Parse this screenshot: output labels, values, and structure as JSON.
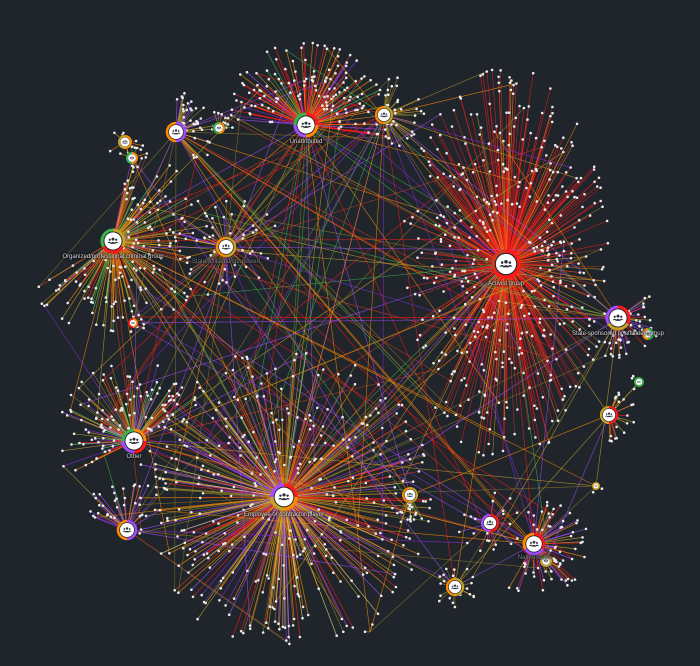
{
  "colors": {
    "background": "#1f252b",
    "node_fill": "#e9ecef",
    "label_text": "#d6dade",
    "label_text_dim": "#7c8791",
    "hub_icon_fill": "#2b3138",
    "edge_palette": [
      "#ff1a1a",
      "#d33a1f",
      "#ff8a00",
      "#c9a227",
      "#8a7a2a",
      "#a64bff",
      "#8b2be2",
      "#3cb44b",
      "#5fd35f",
      "#e8e07a"
    ]
  },
  "hub_icon": "group-icon",
  "hubs": [
    {
      "id": "unattributed",
      "label": "Unattributed",
      "ring": [
        "#ff1a1a",
        "#ff8a00",
        "#a64bff",
        "#3cb44b"
      ],
      "dim": false
    },
    {
      "id": "activist",
      "label": "Activist group",
      "ring": [
        "#ff1a1a",
        "#ff1a1a",
        "#d33a1f"
      ],
      "dim": false
    },
    {
      "id": "organized-crime",
      "label": "Organized/professional criminal group",
      "ring": [
        "#c9a227",
        "#ff1a1a",
        "#3cb44b"
      ],
      "dim": false
    },
    {
      "id": "state-affiliated",
      "label": "State-affiliated/sponsored",
      "ring": [
        "#c9a227",
        "#ff8a00"
      ],
      "dim": true
    },
    {
      "id": "state-sponsored",
      "label": "State-sponsored or affiliated group",
      "ring": [
        "#ff1a1a",
        "#c9a227",
        "#a64bff"
      ],
      "dim": false
    },
    {
      "id": "other",
      "label": "Other",
      "ring": [
        "#ff8a00",
        "#ff1a1a",
        "#a64bff",
        "#3cb44b"
      ],
      "dim": false
    },
    {
      "id": "employee",
      "label": "Employee or contractor/player",
      "ring": [
        "#ff1a1a",
        "#ff8a00",
        "#c9a227",
        "#a64bff"
      ],
      "dim": false
    },
    {
      "id": "insider",
      "label": "",
      "ring": [
        "#a64bff",
        "#ff8a00"
      ],
      "dim": true
    },
    {
      "id": "nation-state",
      "label": "Nation-state",
      "ring": [
        "#ff1a1a",
        "#a64bff",
        "#ff8a00"
      ],
      "dim": true
    },
    {
      "id": "small-right-1",
      "label": "",
      "ring": [
        "#ff1a1a",
        "#a64bff"
      ],
      "dim": true
    },
    {
      "id": "small-bottom",
      "label": "",
      "ring": [
        "#c9a227",
        "#ff8a00"
      ],
      "dim": true
    },
    {
      "id": "small-top-a",
      "label": "",
      "ring": [
        "#a64bff",
        "#ff8a00"
      ],
      "dim": true
    },
    {
      "id": "small-top-b",
      "label": "",
      "ring": [
        "#c9a227",
        "#ff8a00"
      ],
      "dim": true
    },
    {
      "id": "small-left-a",
      "label": "",
      "ring": [
        "#ff8a00",
        "#c9a227"
      ],
      "dim": true
    },
    {
      "id": "small-left-b",
      "label": "",
      "ring": [
        "#ff8a00",
        "#3cb44b"
      ],
      "dim": true
    },
    {
      "id": "small-mid",
      "label": "",
      "ring": [
        "#c9a227",
        "#ff8a00"
      ],
      "dim": true
    },
    {
      "id": "small-right-2",
      "label": "",
      "ring": [
        "#ff1a1a",
        "#c9a227"
      ],
      "dim": true
    },
    {
      "id": "small-right-3",
      "label": "",
      "ring": [
        "#3cb44b",
        "#ff8a00"
      ],
      "dim": true
    },
    {
      "id": "small-right-4",
      "label": "",
      "ring": [
        "#3cb44b"
      ],
      "dim": true
    },
    {
      "id": "small-top-c",
      "label": "",
      "ring": [
        "#ff8a00",
        "#3cb44b"
      ],
      "dim": true
    },
    {
      "id": "small-left-c",
      "label": "",
      "ring": [
        "#ff8a00",
        "#ff1a1a"
      ],
      "dim": true
    },
    {
      "id": "small-bottom-2",
      "label": "",
      "ring": [
        "#c9a227"
      ],
      "dim": true
    },
    {
      "id": "small-bottom-3",
      "label": "",
      "ring": [
        "#c9a227"
      ],
      "dim": true
    }
  ]
}
